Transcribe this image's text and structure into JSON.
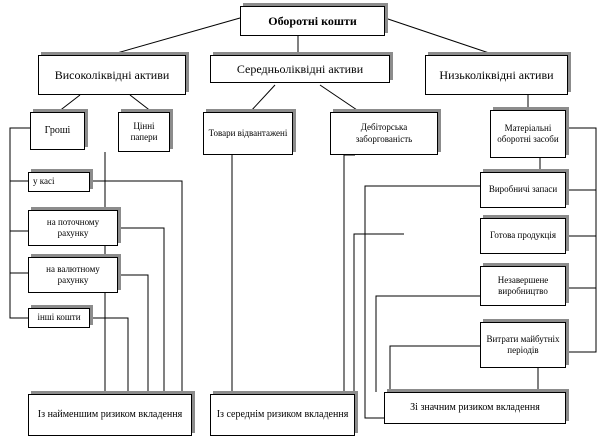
{
  "root": {
    "label": "Оборотні кошти"
  },
  "groups": {
    "high": {
      "label": "Високоліквідні активи"
    },
    "medium": {
      "label": "Середньоліквідні активи"
    },
    "low": {
      "label": "Низьколіквідні активи"
    }
  },
  "high_items": {
    "money": "Гроші",
    "securities": "Цінні папери",
    "cash_desk": "у касі",
    "current_account": "на поточному рахунку",
    "currency_account": "на валютному рахунку",
    "other_funds": "інші кошти"
  },
  "medium_items": {
    "goods_shipped": "Товари відвантажені",
    "receivables": "Дебіторська заборгованість"
  },
  "low_items": {
    "material_assets": "Матеріальні оборотні засоби",
    "production_stocks": "Виробничі запаси",
    "finished_goods": "Готова продукція",
    "work_in_progress": "Незавершене виробництво",
    "future_expenses": "Витрати майбутніх періодів"
  },
  "risk": {
    "lowest": "Із найменшим ризиком вкладення",
    "medium": "Із середнім ризиком вкладення",
    "significant": "Зі значним ризиком вкладення"
  }
}
